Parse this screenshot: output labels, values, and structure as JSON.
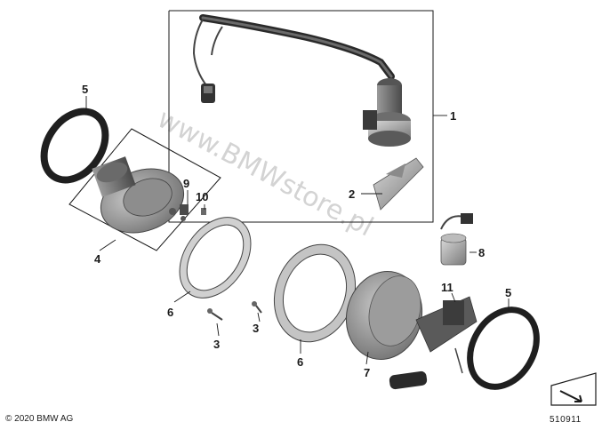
{
  "copyright": "© 2020 BMW AG",
  "reference_number": "510911",
  "watermark": "www.BMWstore.pl",
  "callouts": {
    "c1": "1",
    "c2": "2",
    "c3a": "3",
    "c3b": "3",
    "c4": "4",
    "c5a": "5",
    "c5b": "5",
    "c6a": "6",
    "c6b": "6",
    "c7": "7",
    "c8": "8",
    "c9": "9",
    "c10": "10",
    "c11": "11"
  },
  "icons": {
    "corner": "arrow-in-box-icon"
  }
}
